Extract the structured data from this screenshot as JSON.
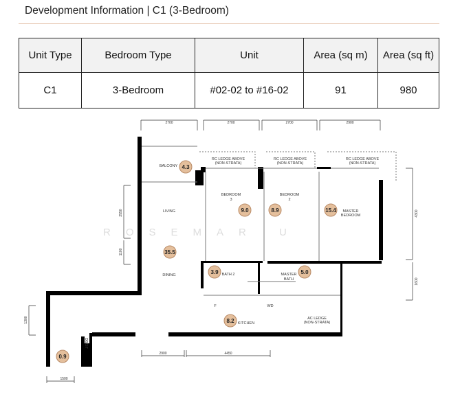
{
  "header": {
    "title": "Development Information | C1 (3-Bedroom)"
  },
  "table": {
    "columns": [
      "Unit Type",
      "Bedroom Type",
      "Unit",
      "Area (sq m)",
      "Area (sq ft)"
    ],
    "rows": [
      [
        "C1",
        "3-Bedroom",
        "#02-02 to #16-02",
        "91",
        "980"
      ]
    ]
  },
  "plan": {
    "watermark": "ROSEMAR        U",
    "rooms": {
      "balcony": "BALCONY",
      "living": "LIVING",
      "dining": "DINING",
      "bedroom3": "BEDROOM",
      "bedroom3_no": "3",
      "bedroom2": "BEDROOM",
      "bedroom2_no": "2",
      "master": "MASTER",
      "master2": "BEDROOM",
      "bath2": "BATH 2",
      "mbath": "MASTER",
      "mbath2": "BATH",
      "kitchen": "KITCHEN",
      "acledge": "AC LEDGE",
      "acledge2": "(NON-STRATA)",
      "rc": "RC LEDGE ABOVE",
      "rc2": "(NON-STRATA)",
      "fridge": "F",
      "wd": "WD",
      "db": "DB/ST"
    },
    "areas": {
      "balcony": "4.3",
      "bedroom3": "9.0",
      "bedroom2": "8.9",
      "master": "15.4",
      "living": "35.5",
      "bath2": "3.9",
      "mbath": "5.0",
      "kitchen": "8.2",
      "entry": "0.9"
    },
    "dims": {
      "top1": "2700",
      "top2": "2700",
      "top3": "2700",
      "top4": "2900",
      "left1": "2550",
      "left2": "1100",
      "left3": "1300",
      "right1": "4300",
      "right2": "1600",
      "bottom1": "2900",
      "bottom2": "4450",
      "bottom3": "1500"
    }
  }
}
